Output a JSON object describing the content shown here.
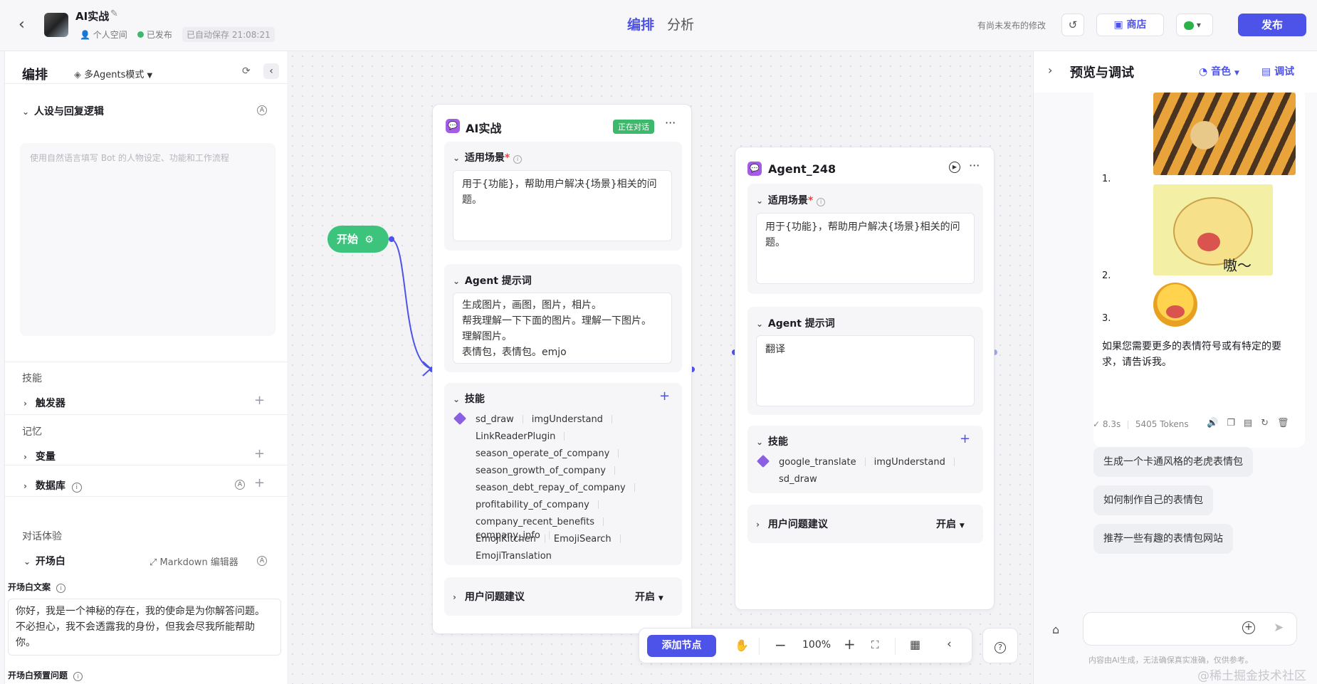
{
  "header": {
    "bot_name": "AI实战",
    "space": "个人空间",
    "status": "已发布",
    "autosave": "已自动保存 21:08:21",
    "tabs": [
      "编排",
      "分析"
    ],
    "unpublished": "有尚未发布的修改",
    "store_label": "商店",
    "publish_label": "发布"
  },
  "left": {
    "title": "编排",
    "mode": "多Agents模式",
    "persona_title": "人设与回复逻辑",
    "persona_placeholder": "使用自然语言填写 Bot 的人物设定、功能和工作流程",
    "skills_group": "技能",
    "trigger": "触发器",
    "memory_group": "记忆",
    "variables": "变量",
    "database": "数据库",
    "dialog_group": "对话体验",
    "opener": "开场白",
    "markdown_editor": "Markdown 编辑器",
    "opener_text_label": "开场白文案",
    "opener_text": "你好，我是一个神秘的存在，我的使命是为你解答问题。不必担心，我不会透露我的身份，但我会尽我所能帮助你。",
    "opener_questions_label": "开场白预置问题"
  },
  "canvas": {
    "start_label": "开始",
    "agent1": {
      "name": "AI实战",
      "badge": "正在对话",
      "scene_title": "适用场景",
      "scene_text": "用于{功能}，帮助用户解决{场景}相关的问题。",
      "prompt_title": "Agent 提示词",
      "prompt_lines": [
        "生成图片，画图，图片，相片。",
        "帮我理解一下下面的图片。理解一下图片。",
        "理解图片。",
        "表情包，表情包。emjo"
      ],
      "skills_title": "技能",
      "skills": [
        [
          "sd_draw",
          "imgUnderstand"
        ],
        [
          "LinkReaderPlugin"
        ],
        [
          "season_operate_of_company"
        ],
        [
          "season_growth_of_company"
        ],
        [
          "season_debt_repay_of_company"
        ],
        [
          "profitability_of_company"
        ],
        [
          "company_recent_benefits",
          "company_info"
        ],
        [
          "EmojiKitchen",
          "EmojiSearch"
        ],
        [
          "EmojiTranslation"
        ]
      ],
      "suggest_title": "用户问题建议",
      "suggest_value": "开启"
    },
    "agent2": {
      "name": "Agent_248",
      "scene_title": "适用场景",
      "scene_text": "用于{功能}，帮助用户解决{场景}相关的问题。",
      "prompt_title": "Agent 提示词",
      "prompt_text": "翻译",
      "skills_title": "技能",
      "skills": [
        [
          "google_translate",
          "imgUnderstand"
        ],
        [
          "sd_draw"
        ]
      ],
      "suggest_title": "用户问题建议",
      "suggest_value": "开启"
    },
    "toolbar": {
      "add_node": "添加节点",
      "zoom": "100%"
    }
  },
  "right": {
    "title": "预览与调试",
    "voice": "音色",
    "debug": "调试",
    "list_nums": [
      "1.",
      "2.",
      "3."
    ],
    "meme_text": "嗷～",
    "reply_text": "如果您需要更多的表情符号或有特定的要求，请告诉我。",
    "time": "8.3s",
    "tokens": "5405 Tokens",
    "suggestions": [
      "生成一个卡通风格的老虎表情包",
      "如何制作自己的表情包",
      "推荐一些有趣的表情包网站"
    ],
    "disclaimer": "内容由AI生成，无法确保真实准确，仅供参考。",
    "watermark": "@稀土掘金技术社区"
  },
  "colors": {
    "primary": "#4d53e8",
    "start_green": "#3cc47c",
    "badge_green": "#3cb96b"
  }
}
